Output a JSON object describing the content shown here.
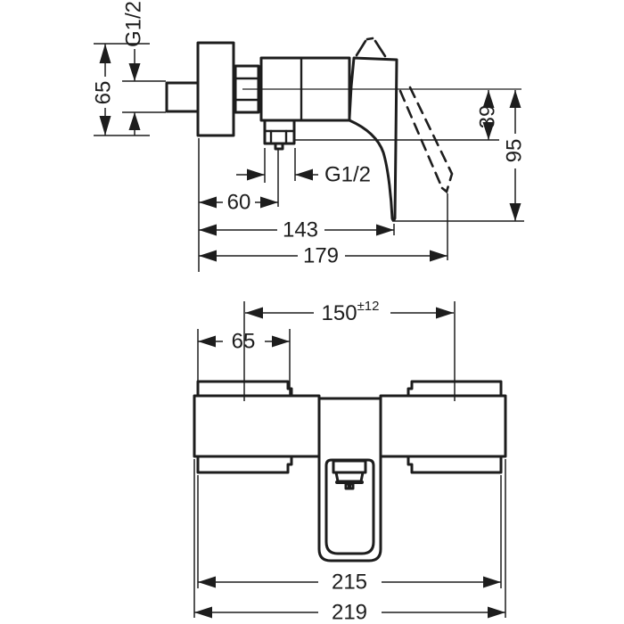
{
  "drawing": {
    "colors": {
      "background": "#ffffff",
      "ink": "#1d1d1d"
    },
    "side_view": {
      "inlet_thread": "G1/2",
      "plate_height": "65",
      "outlet_offset": "60",
      "outlet_thread": "G1/2",
      "depth_to_handle": "143",
      "overall_depth": "179",
      "center_to_outlet": "39",
      "center_to_handle_end": "95"
    },
    "front_view": {
      "connection_distance": "150",
      "connection_tolerance": "±12",
      "plate_width": "65",
      "inner_width": "215",
      "overall_width": "219"
    }
  }
}
